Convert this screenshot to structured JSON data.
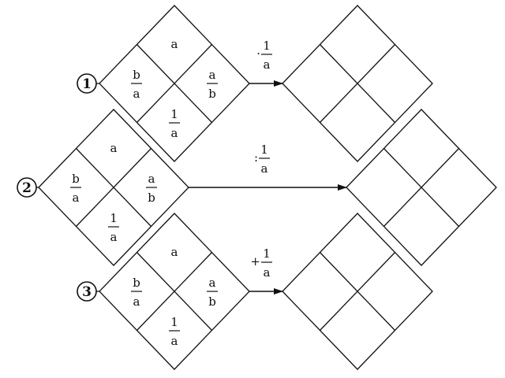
{
  "rows": [
    {
      "number": "1",
      "cells": {
        "top": {
          "num": "a"
        },
        "left": {
          "num": "b",
          "den": "a"
        },
        "right": {
          "num": "a",
          "den": "b"
        },
        "bottom": {
          "num": "1",
          "den": "a"
        }
      },
      "operation": {
        "symbol": "·",
        "num": "1",
        "den": "a"
      }
    },
    {
      "number": "2",
      "cells": {
        "top": {
          "num": "a"
        },
        "left": {
          "num": "b",
          "den": "a"
        },
        "right": {
          "num": "a",
          "den": "b"
        },
        "bottom": {
          "num": "1",
          "den": "a"
        }
      },
      "operation": {
        "symbol": ":",
        "num": "1",
        "den": "a"
      }
    },
    {
      "number": "3",
      "cells": {
        "top": {
          "num": "a"
        },
        "left": {
          "num": "b",
          "den": "a"
        },
        "right": {
          "num": "a",
          "den": "b"
        },
        "bottom": {
          "num": "1",
          "den": "a"
        }
      },
      "operation": {
        "symbol": "+",
        "num": "1",
        "den": "a"
      }
    }
  ]
}
